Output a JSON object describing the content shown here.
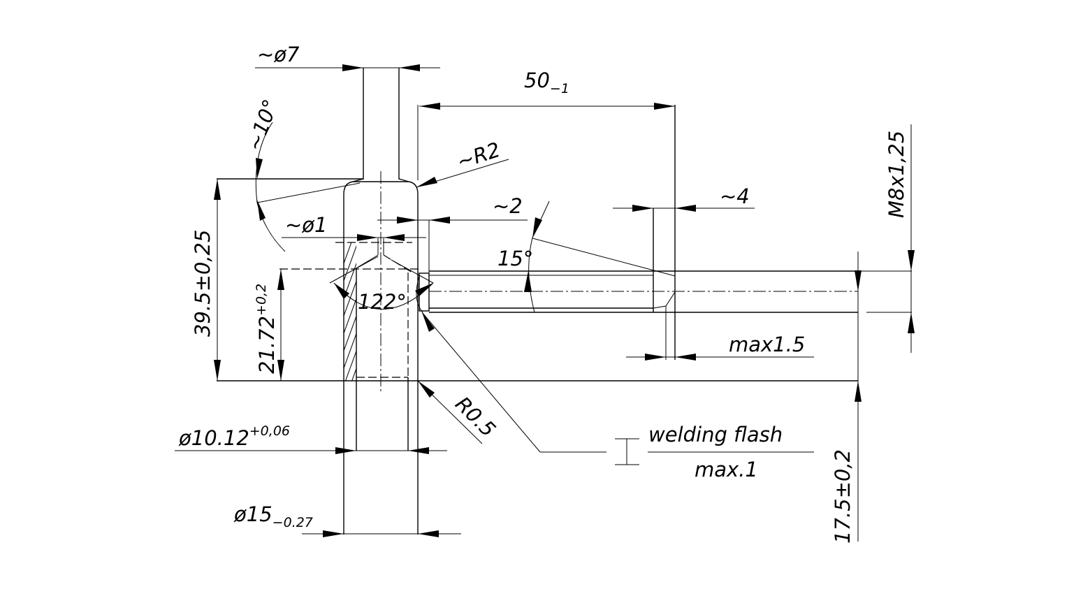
{
  "drawing": {
    "title": "Welded threaded pin — technical drawing",
    "dimensions": {
      "dia_pin": "~ø7",
      "angle_10": "~10°",
      "length_50": "50",
      "length_50_tol": "−1",
      "radius_r2": "~R2",
      "dia_hole": "~ø1",
      "len_2": "~2",
      "angle_15": "15°",
      "len_4": "~4",
      "thread": "M8x1,25",
      "height_39": "39.5±0,25",
      "height_21": "21.72",
      "height_21_tol": "+0,2",
      "angle_122": "122°",
      "max_15": "max1.5",
      "radius_r05": "R0.5",
      "dia_10": "ø10.12",
      "dia_10_tol": "+0,06",
      "dia_15": "ø15",
      "dia_15_tol": "−0.27",
      "height_17": "17.5±0,2"
    },
    "weld_note": {
      "top": "welding  flash",
      "bottom": "max.1"
    }
  }
}
